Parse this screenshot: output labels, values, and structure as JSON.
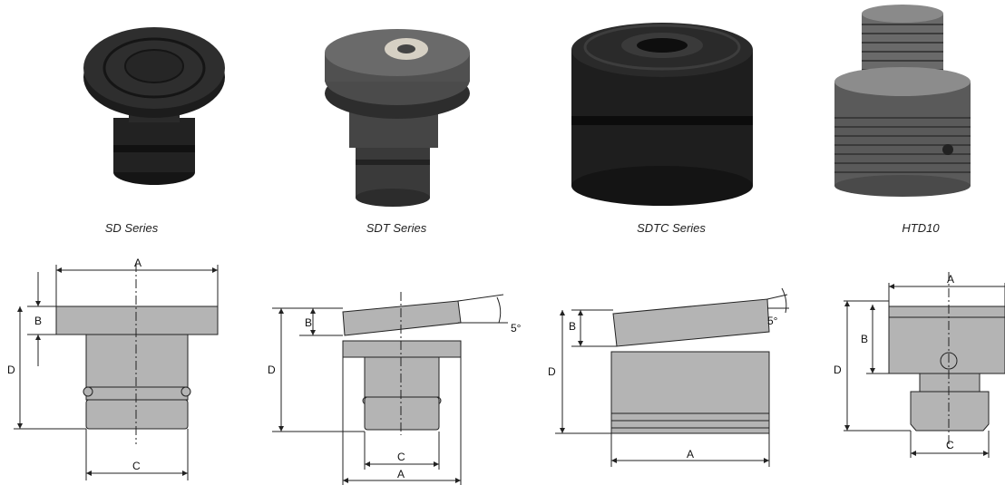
{
  "products": [
    {
      "id": "sd",
      "name": "SD Series",
      "icon": "sd-saddle-photo"
    },
    {
      "id": "sdt",
      "name": "SDT Series",
      "icon": "sdt-tilt-saddle-photo"
    },
    {
      "id": "sdtc",
      "name": "SDTC Series",
      "icon": "sdtc-tilt-saddle-photo"
    },
    {
      "id": "htd10",
      "name": "HTD10",
      "icon": "htd10-threaded-saddle-photo"
    }
  ],
  "dimension_labels": {
    "a": "A",
    "b": "B",
    "c": "C",
    "d": "D"
  },
  "tilt_angle": "5°",
  "colors": {
    "part_fill": "#b4b4b4",
    "part_fill_dark": "#9a9a9a",
    "line": "#222222",
    "photo_dark": "#1e1e1e"
  }
}
